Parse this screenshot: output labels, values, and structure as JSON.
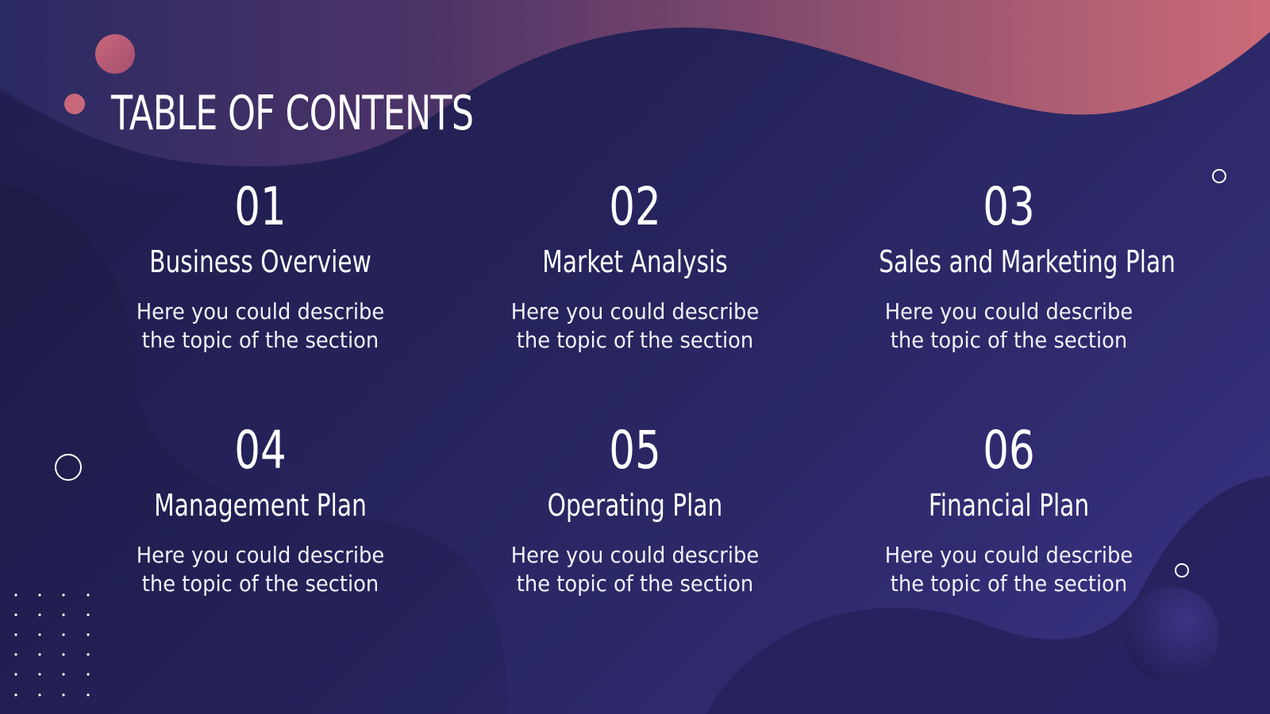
{
  "title": "TABLE OF CONTENTS",
  "colors": {
    "background": "#25235a",
    "accent": "#c9677a",
    "text": "#ffffff"
  },
  "sections": [
    {
      "number": "01",
      "heading": "Business Overview",
      "description": "Here you could describe the topic of the section"
    },
    {
      "number": "02",
      "heading": "Market Analysis",
      "description": "Here you could describe the topic of the section"
    },
    {
      "number": "03",
      "heading": "Sales and Marketing Plan",
      "description": "Here you could describe the topic of the section"
    },
    {
      "number": "04",
      "heading": "Management Plan",
      "description": "Here you could describe the topic of the section"
    },
    {
      "number": "05",
      "heading": "Operating Plan",
      "description": "Here you could describe the topic of the section"
    },
    {
      "number": "06",
      "heading": "Financial Plan",
      "description": "Here you could describe the topic of the section"
    }
  ]
}
